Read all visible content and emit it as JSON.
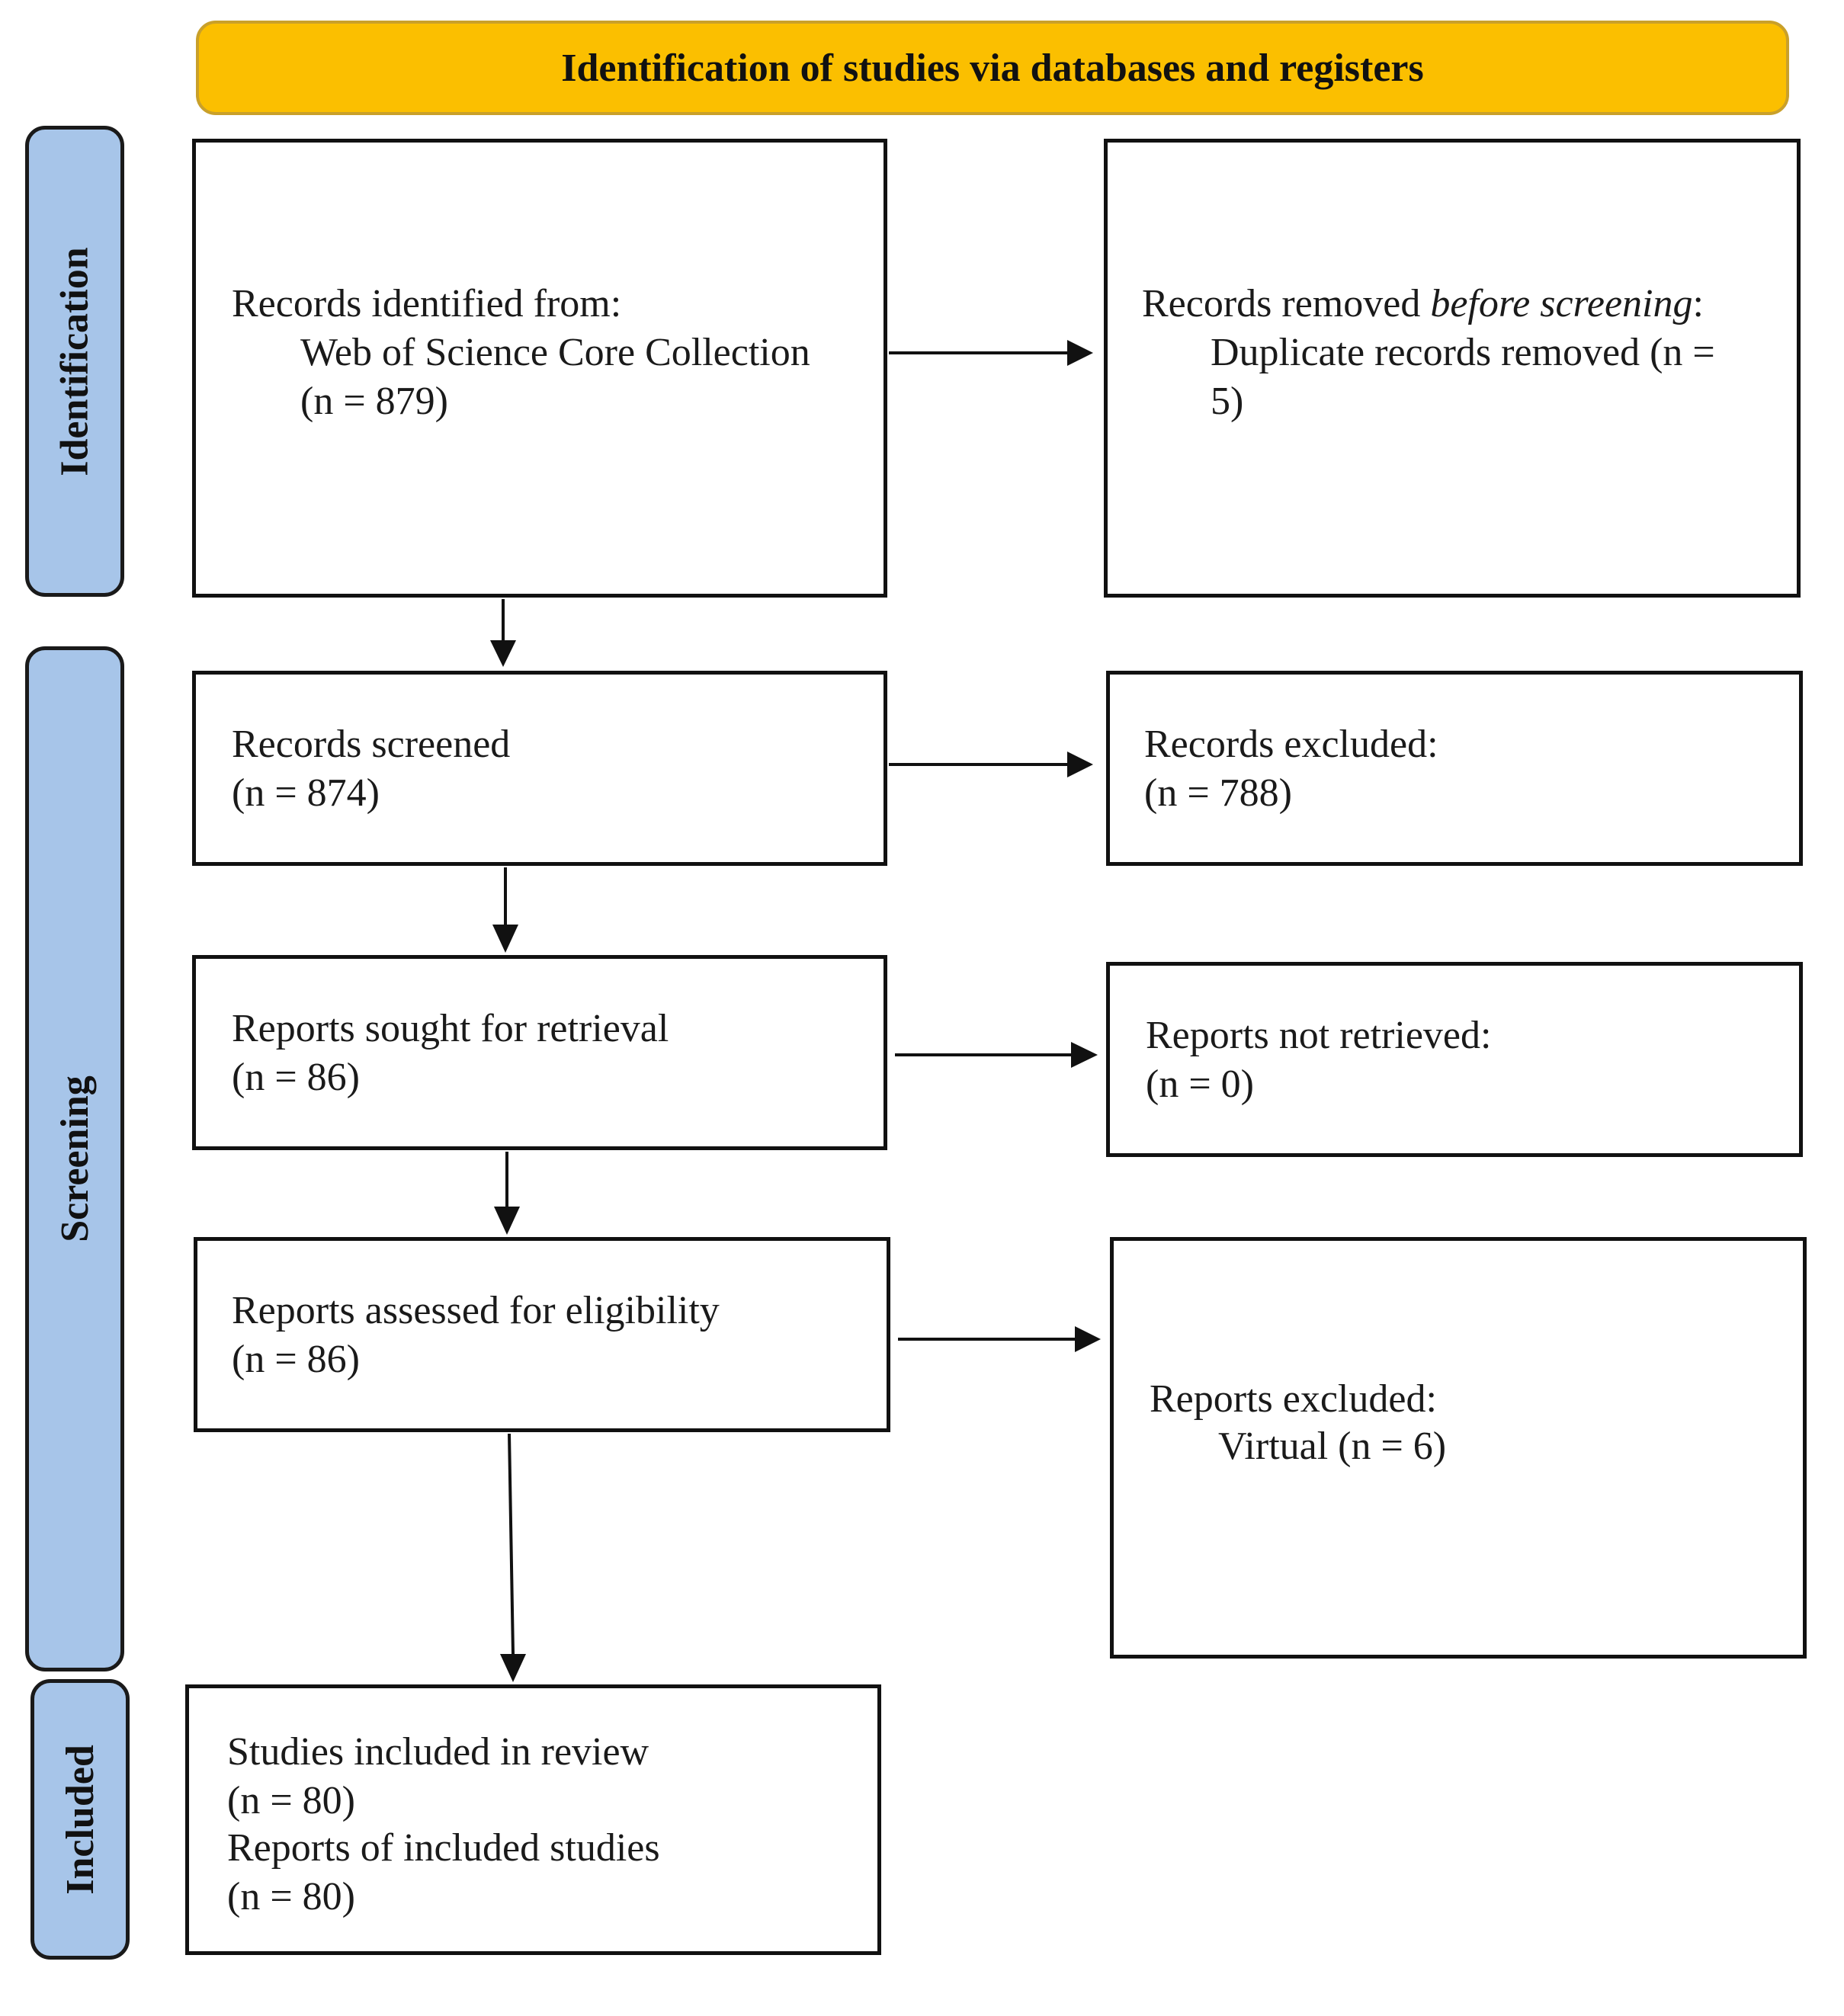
{
  "header": {
    "title": "Identification of studies via databases and registers"
  },
  "phases": {
    "identification": "Identification",
    "screening": "Screening",
    "included": "Included"
  },
  "boxes": {
    "records_identified": {
      "label": "Records identified from:",
      "source": "Web of Science Core Collection",
      "count": "(n = 879)"
    },
    "records_removed": {
      "label_prefix": "Records removed ",
      "label_italic": "before screening",
      "label_suffix": ":",
      "line1": "Duplicate records removed (n =",
      "line2": "5)"
    },
    "records_screened": {
      "label": "Records screened",
      "count": "(n = 874)"
    },
    "records_excluded": {
      "label": "Records excluded:",
      "count": "(n = 788)"
    },
    "reports_sought": {
      "label": "Reports sought for retrieval",
      "count": "(n = 86)"
    },
    "reports_not_retrieved": {
      "label": "Reports not retrieved:",
      "count": "(n = 0)"
    },
    "reports_assessed": {
      "label": "Reports assessed for eligibility",
      "count": "(n = 86)"
    },
    "reports_excluded": {
      "label": "Reports excluded:",
      "reason": "Virtual (n = 6)"
    },
    "studies_included": {
      "label": "Studies included in review",
      "count": "(n = 80)",
      "label2": "Reports of included studies",
      "count2": "(n = 80)"
    }
  }
}
